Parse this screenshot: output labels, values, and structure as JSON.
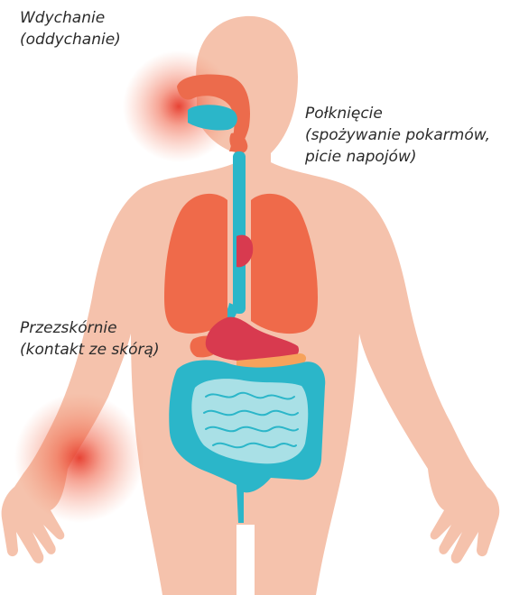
{
  "labels": {
    "inhalation": {
      "line1": "Wdychanie",
      "line2": "(oddychanie)"
    },
    "ingestion": {
      "line1": "Połknięcie",
      "line2": "(spożywanie pokarmów,",
      "line3": "picie napojów)"
    },
    "skin": {
      "line1": "Przezskórnie",
      "line2": "(kontakt ze skórą)"
    }
  },
  "colors": {
    "skin": "#f5c2ac",
    "lungs": "#ef6a4a",
    "airway": "#2bb6c9",
    "stomach": "#d83a4f",
    "intestine": "#2bb6c9",
    "intestine_inner": "#a9e0e6",
    "exposure_glow": "#e6392a",
    "mouth": "#ec6b4c"
  }
}
